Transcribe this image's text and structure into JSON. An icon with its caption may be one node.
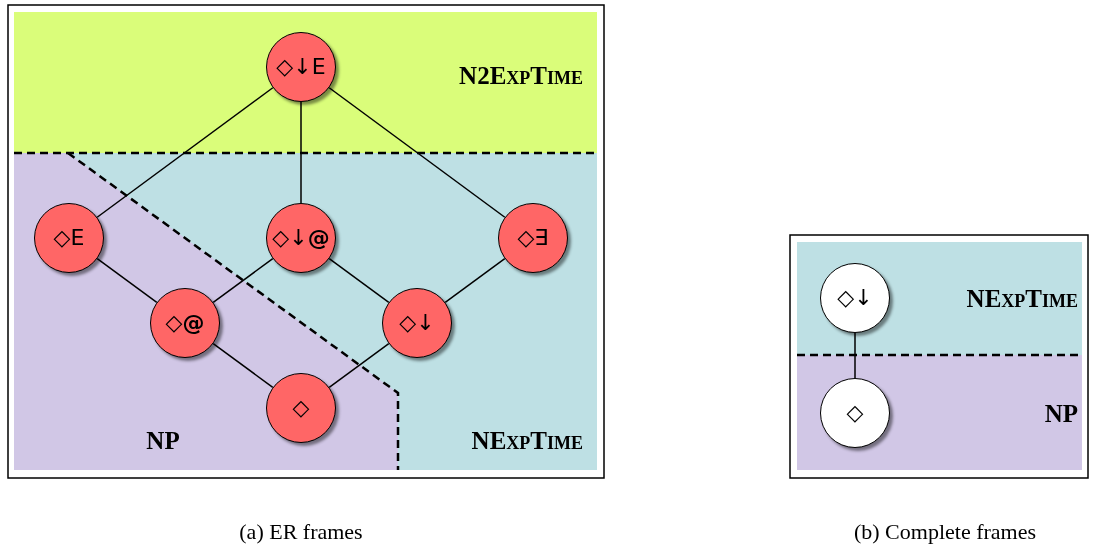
{
  "diagram": {
    "nodes": [
      {
        "text": [
          "◇↓E"
        ]
      },
      {
        "text": [
          "◇E"
        ]
      },
      {
        "text": [
          "◇↓**@**"
        ]
      },
      {
        "text": [
          "◇∃"
        ]
      },
      {
        "text": [
          "◇**@**"
        ]
      },
      {
        "text": [
          "◇↓"
        ]
      },
      {
        "text": [
          "◇"
        ]
      },
      {
        "text": [
          "◇↓"
        ]
      },
      {
        "text": [
          "◇"
        ]
      }
    ],
    "edges": [
      {
        "from": 0,
        "to": 1,
        "arrow": "none"
      },
      {
        "from": 0,
        "to": 2,
        "arrow": "none"
      },
      {
        "from": 0,
        "to": 3,
        "arrow": "none"
      },
      {
        "from": 1,
        "to": 4,
        "arrow": "none"
      },
      {
        "from": 2,
        "to": 4,
        "arrow": "none"
      },
      {
        "from": 2,
        "to": 5,
        "arrow": "none"
      },
      {
        "from": 3,
        "to": 5,
        "arrow": "none"
      },
      {
        "from": 4,
        "to": 6,
        "arrow": "none"
      },
      {
        "from": 5,
        "to": 6,
        "arrow": "none"
      },
      {
        "from": 7,
        "to": 8,
        "arrow": "none"
      }
    ],
    "labels": [
      "N2ExpTime",
      "NP",
      "NExpTime",
      "NExpTime",
      "NP",
      "(a) ER frames",
      "(b) Complete frames"
    ]
  }
}
